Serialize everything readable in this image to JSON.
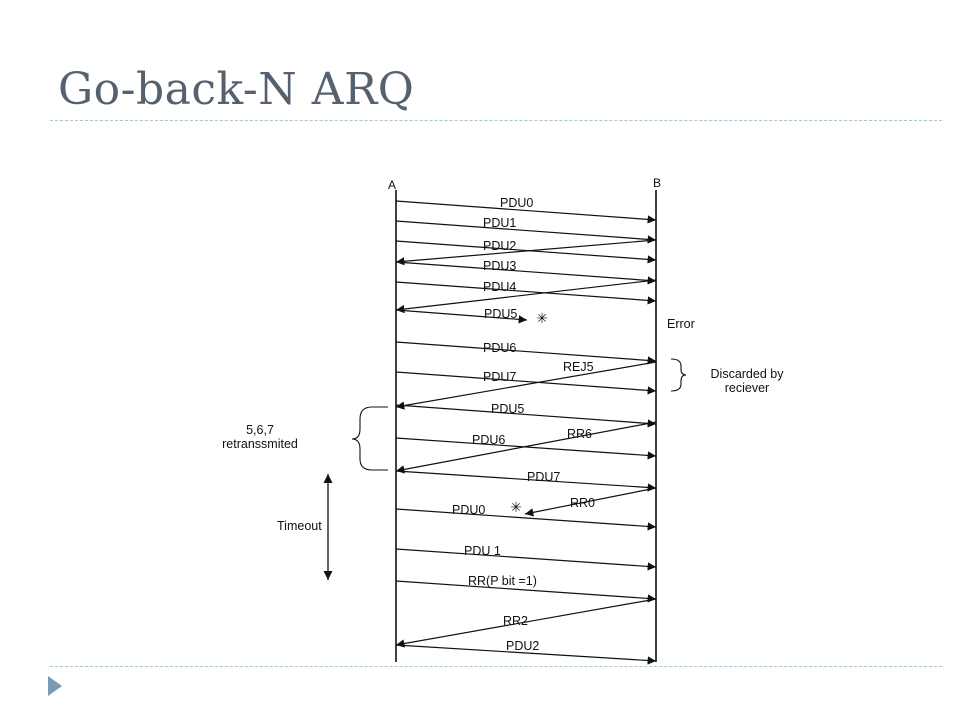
{
  "slide": {
    "title": "Go-back-N ARQ"
  },
  "diagram": {
    "endpoint_a": "A",
    "endpoint_b": "B",
    "messages": [
      {
        "id": "m0",
        "label": "PDU0"
      },
      {
        "id": "m1",
        "label": "PDU1"
      },
      {
        "id": "m2",
        "label": "PDU2"
      },
      {
        "id": "m3",
        "label": "PDU3"
      },
      {
        "id": "m4",
        "label": "PDU4"
      },
      {
        "id": "m5",
        "label": "PDU5"
      },
      {
        "id": "m6",
        "label": "PDU6"
      },
      {
        "id": "m7",
        "label": "REJ5"
      },
      {
        "id": "m8",
        "label": "PDU7"
      },
      {
        "id": "m9",
        "label": "PDU5"
      },
      {
        "id": "m10",
        "label": "PDU6"
      },
      {
        "id": "m11",
        "label": "RR6"
      },
      {
        "id": "m12",
        "label": "PDU7"
      },
      {
        "id": "m13",
        "label": "RR0"
      },
      {
        "id": "m14",
        "label": "PDU0"
      },
      {
        "id": "m15",
        "label": "PDU 1"
      },
      {
        "id": "m16",
        "label": "RR(P bit =1)"
      },
      {
        "id": "m17",
        "label": "RR2"
      },
      {
        "id": "m18",
        "label": "PDU2"
      }
    ],
    "annotations": {
      "error": "Error",
      "discarded_line1": "Discarded by",
      "discarded_line2": "reciever",
      "retransmit_line1": "5,6,7",
      "retransmit_line2": "retranssmited",
      "timeout": "Timeout"
    }
  }
}
